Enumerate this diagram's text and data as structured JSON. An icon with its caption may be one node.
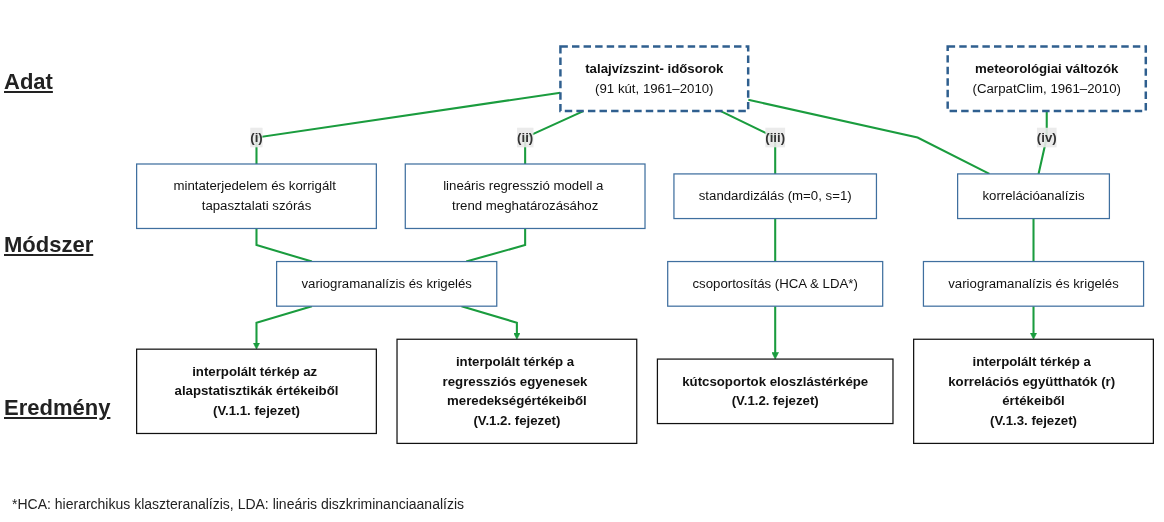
{
  "diagram": {
    "nodes": [
      {
        "text": [
          "talajvízszint- idősorok",
          "(91 kút, 1961–2010)"
        ]
      },
      {
        "text": [
          "meteorológiai változók",
          "(CarpatClim, 1961–2010)"
        ]
      },
      {
        "text": [
          "mintaterjedelem és korrigált tapasztalati szórás"
        ]
      },
      {
        "text": [
          "lineáris regresszió modell a trend meghatározásához"
        ]
      },
      {
        "text": [
          "standardizálás (m=0, s=1)"
        ]
      },
      {
        "text": [
          "korrelációanalízis"
        ]
      },
      {
        "text": [
          "variogramanalízis és krigelés"
        ]
      },
      {
        "text": [
          "csoportosítás (HCA & LDA*)"
        ]
      },
      {
        "text": [
          "variogramanalízis és krigelés"
        ]
      },
      {
        "text": [
          "interpolált térkép az alapstatisztikák értékeiből",
          "(V.1.1. fejezet)"
        ]
      },
      {
        "text": [
          "interpolált térkép a regressziós egyenesek meredekségértékeiből",
          "(V.1.2. fejezet)"
        ]
      },
      {
        "text": [
          "kútcsoportok eloszlástérképe",
          "(V.1.2. fejezet)"
        ]
      },
      {
        "text": [
          "interpolált térkép a korrelációs együtthatók (r) értékeiből",
          "(V.1.3. fejezet)"
        ]
      }
    ],
    "edges": [
      {
        "from": 0,
        "to": 2,
        "arrow": "none",
        "label": "(i)"
      },
      {
        "from": 0,
        "to": 3,
        "arrow": "none",
        "label": "(ii)"
      },
      {
        "from": 0,
        "to": 4,
        "arrow": "none",
        "label": "(iii)"
      },
      {
        "from": 0,
        "to": 5,
        "arrow": "none"
      },
      {
        "from": 1,
        "to": 5,
        "arrow": "none",
        "label": "(iv)"
      },
      {
        "from": 2,
        "to": 6,
        "arrow": "none"
      },
      {
        "from": 3,
        "to": 6,
        "arrow": "none"
      },
      {
        "from": 6,
        "to": 9,
        "arrow": "to"
      },
      {
        "from": 6,
        "to": 10,
        "arrow": "to"
      },
      {
        "from": 4,
        "to": 7,
        "arrow": "none"
      },
      {
        "from": 7,
        "to": 11,
        "arrow": "to"
      },
      {
        "from": 5,
        "to": 8,
        "arrow": "none"
      },
      {
        "from": 8,
        "to": 12,
        "arrow": "to"
      }
    ],
    "labels": [
      "Adat",
      "Módszer",
      "Eredmény",
      "*HCA: hierarchikus klaszteranalízis, LDA: lineáris diszkriminanciaanalízis"
    ]
  }
}
